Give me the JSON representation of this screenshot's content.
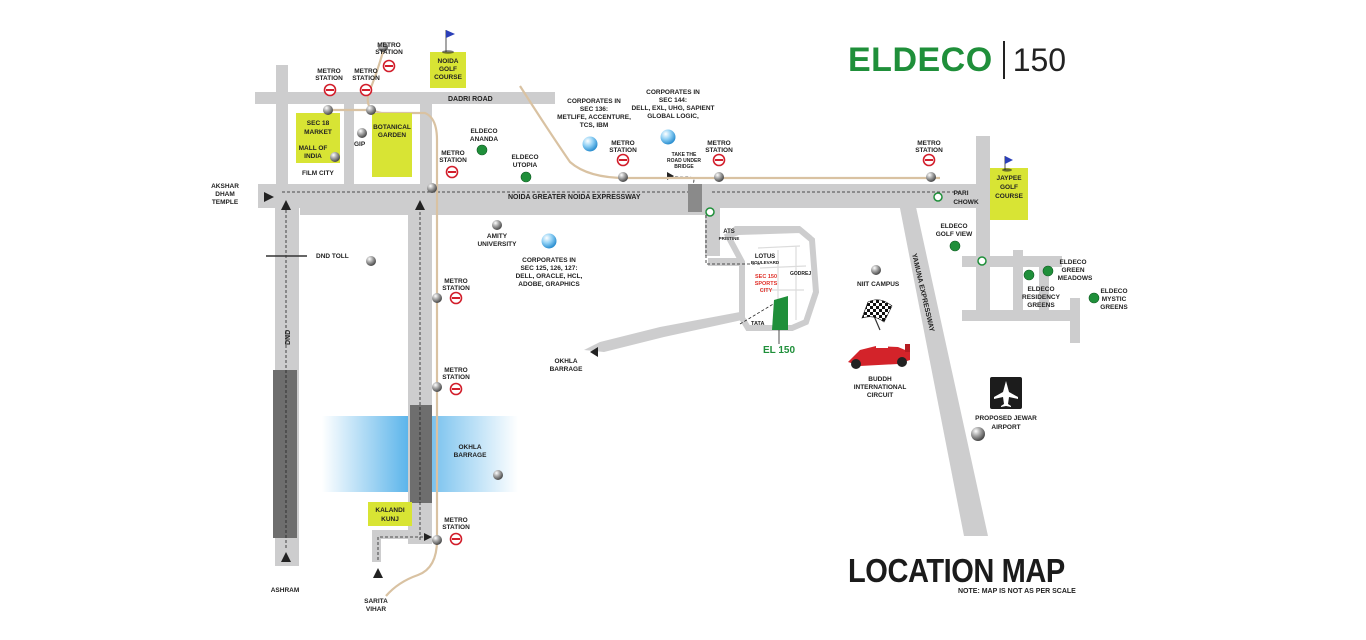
{
  "brand": {
    "name": "ELDECO",
    "number": "150",
    "color": "#1f8f3a"
  },
  "title": "LOCATION MAP",
  "note": "NOTE: MAP IS NOT AS PER SCALE",
  "colors": {
    "road": "#cdcdce",
    "highlight": "#d8e434",
    "river": "#58b3ea",
    "metro_line": "#d9c2a2",
    "eldeco_dot": "#1f8f3a",
    "metro_sign": "#d21e2b"
  },
  "roads": {
    "dadri_road": "DADRI ROAD",
    "noida_expressway": "NOIDA GREATER NOIDA EXPRESSWAY",
    "yamuna_expressway": "YAMUNA EXPRESSWAY",
    "dnd": "DND"
  },
  "metro": {
    "line1": "METRO",
    "line2": "STATION"
  },
  "boxes": {
    "noida_golf": [
      "NOIDA",
      "GOLF",
      "COURSE"
    ],
    "sec18": [
      "SEC 18",
      "MARKET"
    ],
    "mall": [
      "MALL OF",
      "INDIA"
    ],
    "botanical": [
      "BOTANICAL",
      "GARDEN"
    ],
    "jaypee": [
      "JAYPEE",
      "GOLF",
      "COURSE"
    ],
    "kalandi": [
      "KALANDI",
      "KUNJ"
    ]
  },
  "places": {
    "gip": "GIP",
    "film_city": "FILM CITY",
    "akshar": [
      "AKSHAR",
      "DHAM",
      "TEMPLE"
    ],
    "dnd_toll": "DND TOLL",
    "ashram": "ASHRAM",
    "sarita": [
      "SARITA",
      "VIHAR"
    ],
    "okhla_river": [
      "OKHLA",
      "BARRAGE"
    ],
    "okhla_east": [
      "OKHLA",
      "BARRAGE"
    ],
    "eldeco_ananda": [
      "ELDECO",
      "ANANDA"
    ],
    "eldeco_utopia": [
      "ELDECO",
      "UTOPIA"
    ],
    "corp136": [
      "CORPORATES IN",
      "SEC 136:",
      "METLIFE, ACCENTURE,",
      "TCS, IBM"
    ],
    "corp144": [
      "CORPORATES IN",
      "SEC 144:",
      "DELL, EXL, UHG, SAPIENT",
      "GLOBAL LOGIC,"
    ],
    "take_road": [
      "TAKE THE",
      "ROAD UNDER",
      "BRIDGE"
    ],
    "amity": [
      "AMITY",
      "UNIVERSITY"
    ],
    "corp125": [
      "CORPORATES IN",
      "SEC 125, 126, 127:",
      "DELL, ORACLE, HCL,",
      "ADOBE, GRAPHICS"
    ],
    "ats": [
      "ATS",
      "PRISTINE"
    ],
    "lotus": [
      "LOTUS",
      "BOULEVARD"
    ],
    "godrej": "GODREJ",
    "sec150": [
      "SEC 150",
      "SPORTS",
      "CITY"
    ],
    "tata": "TATA",
    "el150": "EL 150",
    "niit": "NIIT CAMPUS",
    "buddh": [
      "BUDDH",
      "INTERNATIONAL",
      "CIRCUIT"
    ],
    "pari": [
      "PARI",
      "CHOWK"
    ],
    "golf_view": [
      "ELDECO",
      "GOLF VIEW"
    ],
    "green_meadows": [
      "ELDECO",
      "GREEN",
      "MEADOWS"
    ],
    "residency": [
      "ELDECO",
      "RESIDENCY",
      "GREENS"
    ],
    "mystic": [
      "ELDECO",
      "MYSTIC",
      "GREENS"
    ],
    "airport": [
      "PROPOSED JEWAR",
      "AIRPORT"
    ]
  },
  "icons": [
    "metro-sign-icon",
    "location-sphere-icon",
    "corporate-globe-icon",
    "golf-flag-icon",
    "racing-car-icon",
    "chequered-flag-icon",
    "airplane-icon",
    "arrow-icon"
  ]
}
